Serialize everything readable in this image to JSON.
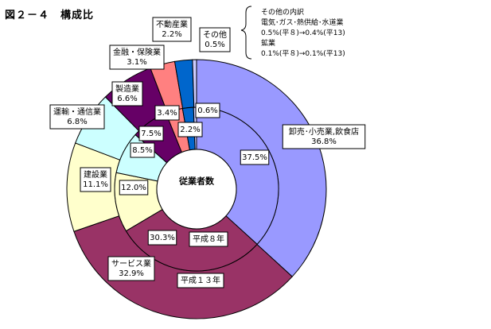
{
  "header": {
    "figure_title": "図２－４　構成比"
  },
  "note": {
    "lines": [
      "その他の内訳",
      "電気･ガス･熱供給･水道業",
      "0.5%(平８)→0.4%(平13)",
      "鉱業",
      "0.1%(平８)→0.1%(平13)"
    ]
  },
  "chart_data": {
    "type": "pie",
    "title": "図２－４　構成比",
    "center_label": "従業者数",
    "rings": [
      {
        "name": "平成１３年",
        "position": "outer",
        "values": [
          {
            "category": "卸売･小売業,飲食店",
            "value": 36.8,
            "label": "卸売･小売業,飲食店\n36.8%"
          },
          {
            "category": "サービス業",
            "value": 32.9,
            "label": "サービス業\n32.9%"
          },
          {
            "category": "建設業",
            "value": 11.1,
            "label": "建設業\n11.1%"
          },
          {
            "category": "運輸・通信業",
            "value": 6.8,
            "label": "運輸・通信業\n6.8%"
          },
          {
            "category": "製造業",
            "value": 6.6,
            "label": "製造業\n6.6%"
          },
          {
            "category": "金融・保険業",
            "value": 3.1,
            "label": "金融・保険業\n3.1%"
          },
          {
            "category": "不動産業",
            "value": 2.2,
            "label": "不動産業\n2.2%"
          },
          {
            "category": "その他",
            "value": 0.5,
            "label": "その他\n0.5%"
          }
        ]
      },
      {
        "name": "平成８年",
        "position": "inner",
        "values": [
          {
            "category": "卸売･小売業,飲食店",
            "value": 37.5,
            "label": "37.5%"
          },
          {
            "category": "サービス業",
            "value": 30.3,
            "label": "30.3%"
          },
          {
            "category": "建設業",
            "value": 12.0,
            "label": "12.0%"
          },
          {
            "category": "運輸・通信業",
            "value": 8.5,
            "label": "8.5%"
          },
          {
            "category": "製造業",
            "value": 7.5,
            "label": "7.5%"
          },
          {
            "category": "金融・保険業",
            "value": 3.4,
            "label": "3.4%"
          },
          {
            "category": "不動産業",
            "value": 2.2,
            "label": "2.2%"
          },
          {
            "category": "その他",
            "value": 0.6,
            "label": "0.6%"
          }
        ]
      }
    ],
    "colors": {
      "卸売･小売業,飲食店": "#9999ff",
      "サービス業": "#993366",
      "建設業": "#ffffcc",
      "運輸・通信業": "#ccffff",
      "製造業": "#660066",
      "金融・保険業": "#ff8080",
      "不動産業": "#0066cc",
      "その他": "#ccccff"
    }
  }
}
